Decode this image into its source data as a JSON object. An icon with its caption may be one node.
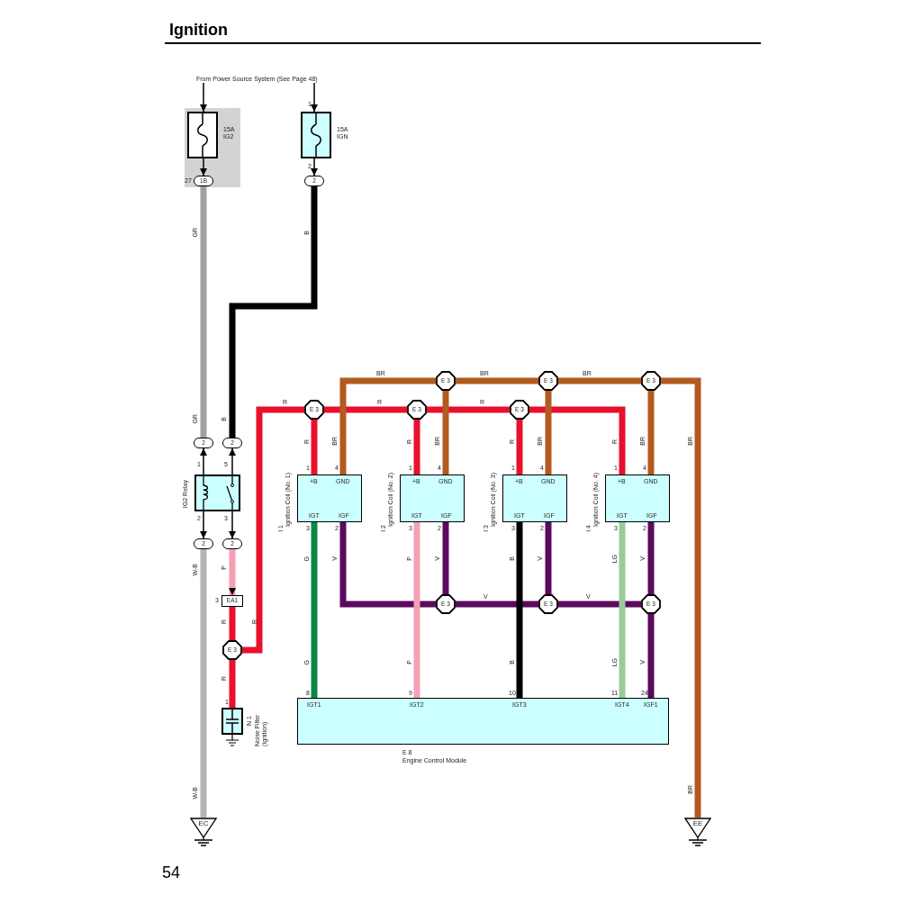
{
  "diagram": {
    "title": "Ignition",
    "nodes": [
      {
        "text": [
          "15A IG2"
        ]
      },
      {
        "text": [
          "1B"
        ]
      },
      {
        "text": [
          "15A IGN"
        ]
      },
      {
        "text": [
          "2"
        ]
      },
      {
        "text": [
          "2"
        ]
      },
      {
        "text": [
          "2"
        ]
      },
      {
        "text": [
          "IG2 Relay"
        ]
      },
      {
        "text": [
          "2"
        ]
      },
      {
        "text": [
          "2"
        ]
      },
      {
        "text": [
          "EA1"
        ]
      },
      {
        "text": [
          "E 3"
        ]
      },
      {
        "text": [
          "N 1",
          "Noise Filter (Ignition)"
        ]
      },
      {
        "text": [
          "EC"
        ]
      },
      {
        "text": [
          "+B",
          "GND",
          "IGT",
          "IGF",
          "I 1",
          "Ignition Coil (No. 1)"
        ]
      },
      {
        "text": [
          "+B",
          "GND",
          "IGT",
          "IGF",
          "I 2",
          "Ignition Coil (No. 2)"
        ]
      },
      {
        "text": [
          "+B",
          "GND",
          "IGT",
          "IGF",
          "I 3",
          "Ignition Coil (No. 3)"
        ]
      },
      {
        "text": [
          "+B",
          "GND",
          "IGT",
          "IGF",
          "I 4",
          "Ignition Coil (No. 4)"
        ]
      },
      {
        "text": [
          "E 3"
        ]
      },
      {
        "text": [
          "E 3"
        ]
      },
      {
        "text": [
          "E 3"
        ]
      },
      {
        "text": [
          "E 3"
        ]
      },
      {
        "text": [
          "E 3"
        ]
      },
      {
        "text": [
          "E 3"
        ]
      },
      {
        "text": [
          "E 3"
        ]
      },
      {
        "text": [
          "E 3"
        ]
      },
      {
        "text": [
          "E 3"
        ]
      },
      {
        "text": [
          "IGT1",
          "IGT2",
          "IGT3",
          "IGT4",
          "IGF1",
          "E 8",
          "Engine Control Module"
        ]
      },
      {
        "text": [
          "EE"
        ]
      },
      {
        "text": [
          "From Power Source System (See Page 48)"
        ]
      }
    ],
    "edges": [
      {
        "from": 28,
        "to": 0,
        "arrow": "to"
      },
      {
        "from": 28,
        "to": 2,
        "arrow": "to"
      },
      {
        "from": 0,
        "to": 1,
        "arrow": "to"
      },
      {
        "from": 2,
        "to": 3,
        "arrow": "to"
      },
      {
        "from": 1,
        "to": 4,
        "arrow": "none",
        "label": "GR",
        "color": "#a0a0a0"
      },
      {
        "from": 3,
        "to": 5,
        "arrow": "none",
        "label": "B",
        "color": "#000000"
      },
      {
        "from": 6,
        "to": 4,
        "arrow": "to"
      },
      {
        "from": 6,
        "to": 5,
        "arrow": "to"
      },
      {
        "from": 6,
        "to": 7,
        "arrow": "to"
      },
      {
        "from": 6,
        "to": 8,
        "arrow": "to"
      },
      {
        "from": 7,
        "to": 12,
        "arrow": "none",
        "label": "W-B",
        "color": "#b4b4b4"
      },
      {
        "from": 8,
        "to": 9,
        "arrow": "to",
        "label": "P",
        "color": "#f4a0b4"
      },
      {
        "from": 9,
        "to": 10,
        "arrow": "none",
        "label": "R",
        "color": "#e8112d"
      },
      {
        "from": 10,
        "to": 11,
        "arrow": "none",
        "label": "R",
        "color": "#e8112d"
      },
      {
        "from": 10,
        "to": 17,
        "arrow": "none",
        "label": "R",
        "color": "#e8112d"
      },
      {
        "from": 17,
        "to": 18,
        "arrow": "none",
        "label": "R",
        "color": "#e8112d"
      },
      {
        "from": 18,
        "to": 19,
        "arrow": "none",
        "label": "R",
        "color": "#e8112d"
      },
      {
        "from": 19,
        "to": 16,
        "arrow": "none",
        "label": "R",
        "color": "#e8112d"
      },
      {
        "from": 17,
        "to": 13,
        "arrow": "none",
        "label": "R",
        "color": "#e8112d"
      },
      {
        "from": 18,
        "to": 14,
        "arrow": "none",
        "label": "R",
        "color": "#e8112d"
      },
      {
        "from": 19,
        "to": 15,
        "arrow": "none",
        "label": "R",
        "color": "#e8112d"
      },
      {
        "from": 13,
        "to": 20,
        "arrow": "none",
        "label": "BR",
        "color": "#b35a1f"
      },
      {
        "from": 20,
        "to": 21,
        "arrow": "none",
        "label": "BR",
        "color": "#b35a1f"
      },
      {
        "from": 21,
        "to": 22,
        "arrow": "none",
        "label": "BR",
        "color": "#b35a1f"
      },
      {
        "from": 22,
        "to": 27,
        "arrow": "none",
        "label": "BR",
        "color": "#b35a1f"
      },
      {
        "from": 20,
        "to": 14,
        "arrow": "none",
        "label": "BR",
        "color": "#b35a1f"
      },
      {
        "from": 21,
        "to": 15,
        "arrow": "none",
        "label": "BR",
        "color": "#b35a1f"
      },
      {
        "from": 22,
        "to": 16,
        "arrow": "none",
        "label": "BR",
        "color": "#b35a1f"
      },
      {
        "from": 13,
        "to": 23,
        "arrow": "none",
        "label": "V",
        "color": "#5c0a5e"
      },
      {
        "from": 14,
        "to": 23,
        "arrow": "none",
        "label": "V",
        "color": "#5c0a5e"
      },
      {
        "from": 23,
        "to": 24,
        "arrow": "none",
        "label": "V",
        "color": "#5c0a5e"
      },
      {
        "from": 15,
        "to": 24,
        "arrow": "none",
        "label": "V",
        "color": "#5c0a5e"
      },
      {
        "from": 24,
        "to": 25,
        "arrow": "none",
        "label": "V",
        "color": "#5c0a5e"
      },
      {
        "from": 16,
        "to": 25,
        "arrow": "none",
        "label": "V",
        "color": "#5c0a5e"
      },
      {
        "from": 25,
        "to": 26,
        "arrow": "none",
        "label": "V",
        "color": "#5c0a5e"
      },
      {
        "from": 13,
        "to": 26,
        "arrow": "none",
        "label": "G",
        "color": "#0a8a45"
      },
      {
        "from": 14,
        "to": 26,
        "arrow": "none",
        "label": "P",
        "color": "#f4a0b4"
      },
      {
        "from": 15,
        "to": 26,
        "arrow": "none",
        "label": "B",
        "color": "#000000"
      },
      {
        "from": 16,
        "to": 26,
        "arrow": "none",
        "label": "LG",
        "color": "#99cc99"
      }
    ],
    "labels": [
      "1",
      "2",
      "27",
      "GR",
      "B",
      "1",
      "5",
      "2",
      "3",
      "W-B",
      "3",
      "R",
      "1",
      "1",
      "4",
      "3",
      "2",
      "1",
      "4",
      "3",
      "2",
      "1",
      "4",
      "3",
      "2",
      "1",
      "4",
      "3",
      "2",
      "BR",
      "BR",
      "G",
      "P",
      "B",
      "LG",
      "8",
      "9",
      "10",
      "11",
      "24",
      "54"
    ]
  }
}
